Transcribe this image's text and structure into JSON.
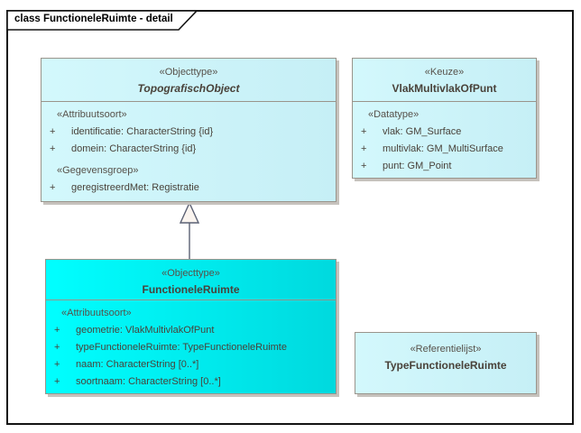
{
  "frame": {
    "label": "class FunctioneleRuimte - detail"
  },
  "colors": {
    "frame_border": "#141414",
    "box_border": "#9a948b",
    "shadow": "#c6c2bd",
    "light_start": "#d3f8fc",
    "light_end": "#c6eff6",
    "hl_start": "#00ffff",
    "hl_end": "#00d9de",
    "text_primary": "#49423a",
    "stereotype_text": "#57514a",
    "connector": "#5a6073",
    "tri_fill": "#faf4ef"
  },
  "boxes": {
    "topografisch_object": {
      "stereotype": "«Objecttype»",
      "name": "TopografischObject",
      "sections": [
        {
          "heading": "«Attribuutsoort»",
          "rows": [
            {
              "vis": "+",
              "text": "identificatie: CharacterString {id}"
            },
            {
              "vis": "+",
              "text": "domein: CharacterString {id}"
            }
          ]
        },
        {
          "heading": "«Gegevensgroep»",
          "rows": [
            {
              "vis": "+",
              "text": "geregistreerdMet: Registratie"
            }
          ]
        }
      ]
    },
    "vlak_multivlak_of_punt": {
      "stereotype": "«Keuze»",
      "name": "VlakMultivlakOfPunt",
      "sections": [
        {
          "heading": "«Datatype»",
          "rows": [
            {
              "vis": "+",
              "text": "vlak: GM_Surface"
            },
            {
              "vis": "+",
              "text": "multivlak: GM_MultiSurface"
            },
            {
              "vis": "+",
              "text": "punt: GM_Point"
            }
          ]
        }
      ]
    },
    "functionele_ruimte": {
      "stereotype": "«Objecttype»",
      "name": "FunctioneleRuimte",
      "sections": [
        {
          "heading": "«Attribuutsoort»",
          "rows": [
            {
              "vis": "+",
              "text": "geometrie: VlakMultivlakOfPunt"
            },
            {
              "vis": "+",
              "text": "typeFunctioneleRuimte: TypeFunctioneleRuimte"
            },
            {
              "vis": "+",
              "text": "naam: CharacterString [0..*]"
            },
            {
              "vis": "+",
              "text": "soortnaam: CharacterString [0..*]"
            }
          ]
        }
      ]
    },
    "type_functionele_ruimte": {
      "stereotype": "«Referentielijst»",
      "name": "TypeFunctioneleRuimte"
    }
  },
  "relations": {
    "generalization": "FunctioneleRuimte △ TopografischObject"
  }
}
